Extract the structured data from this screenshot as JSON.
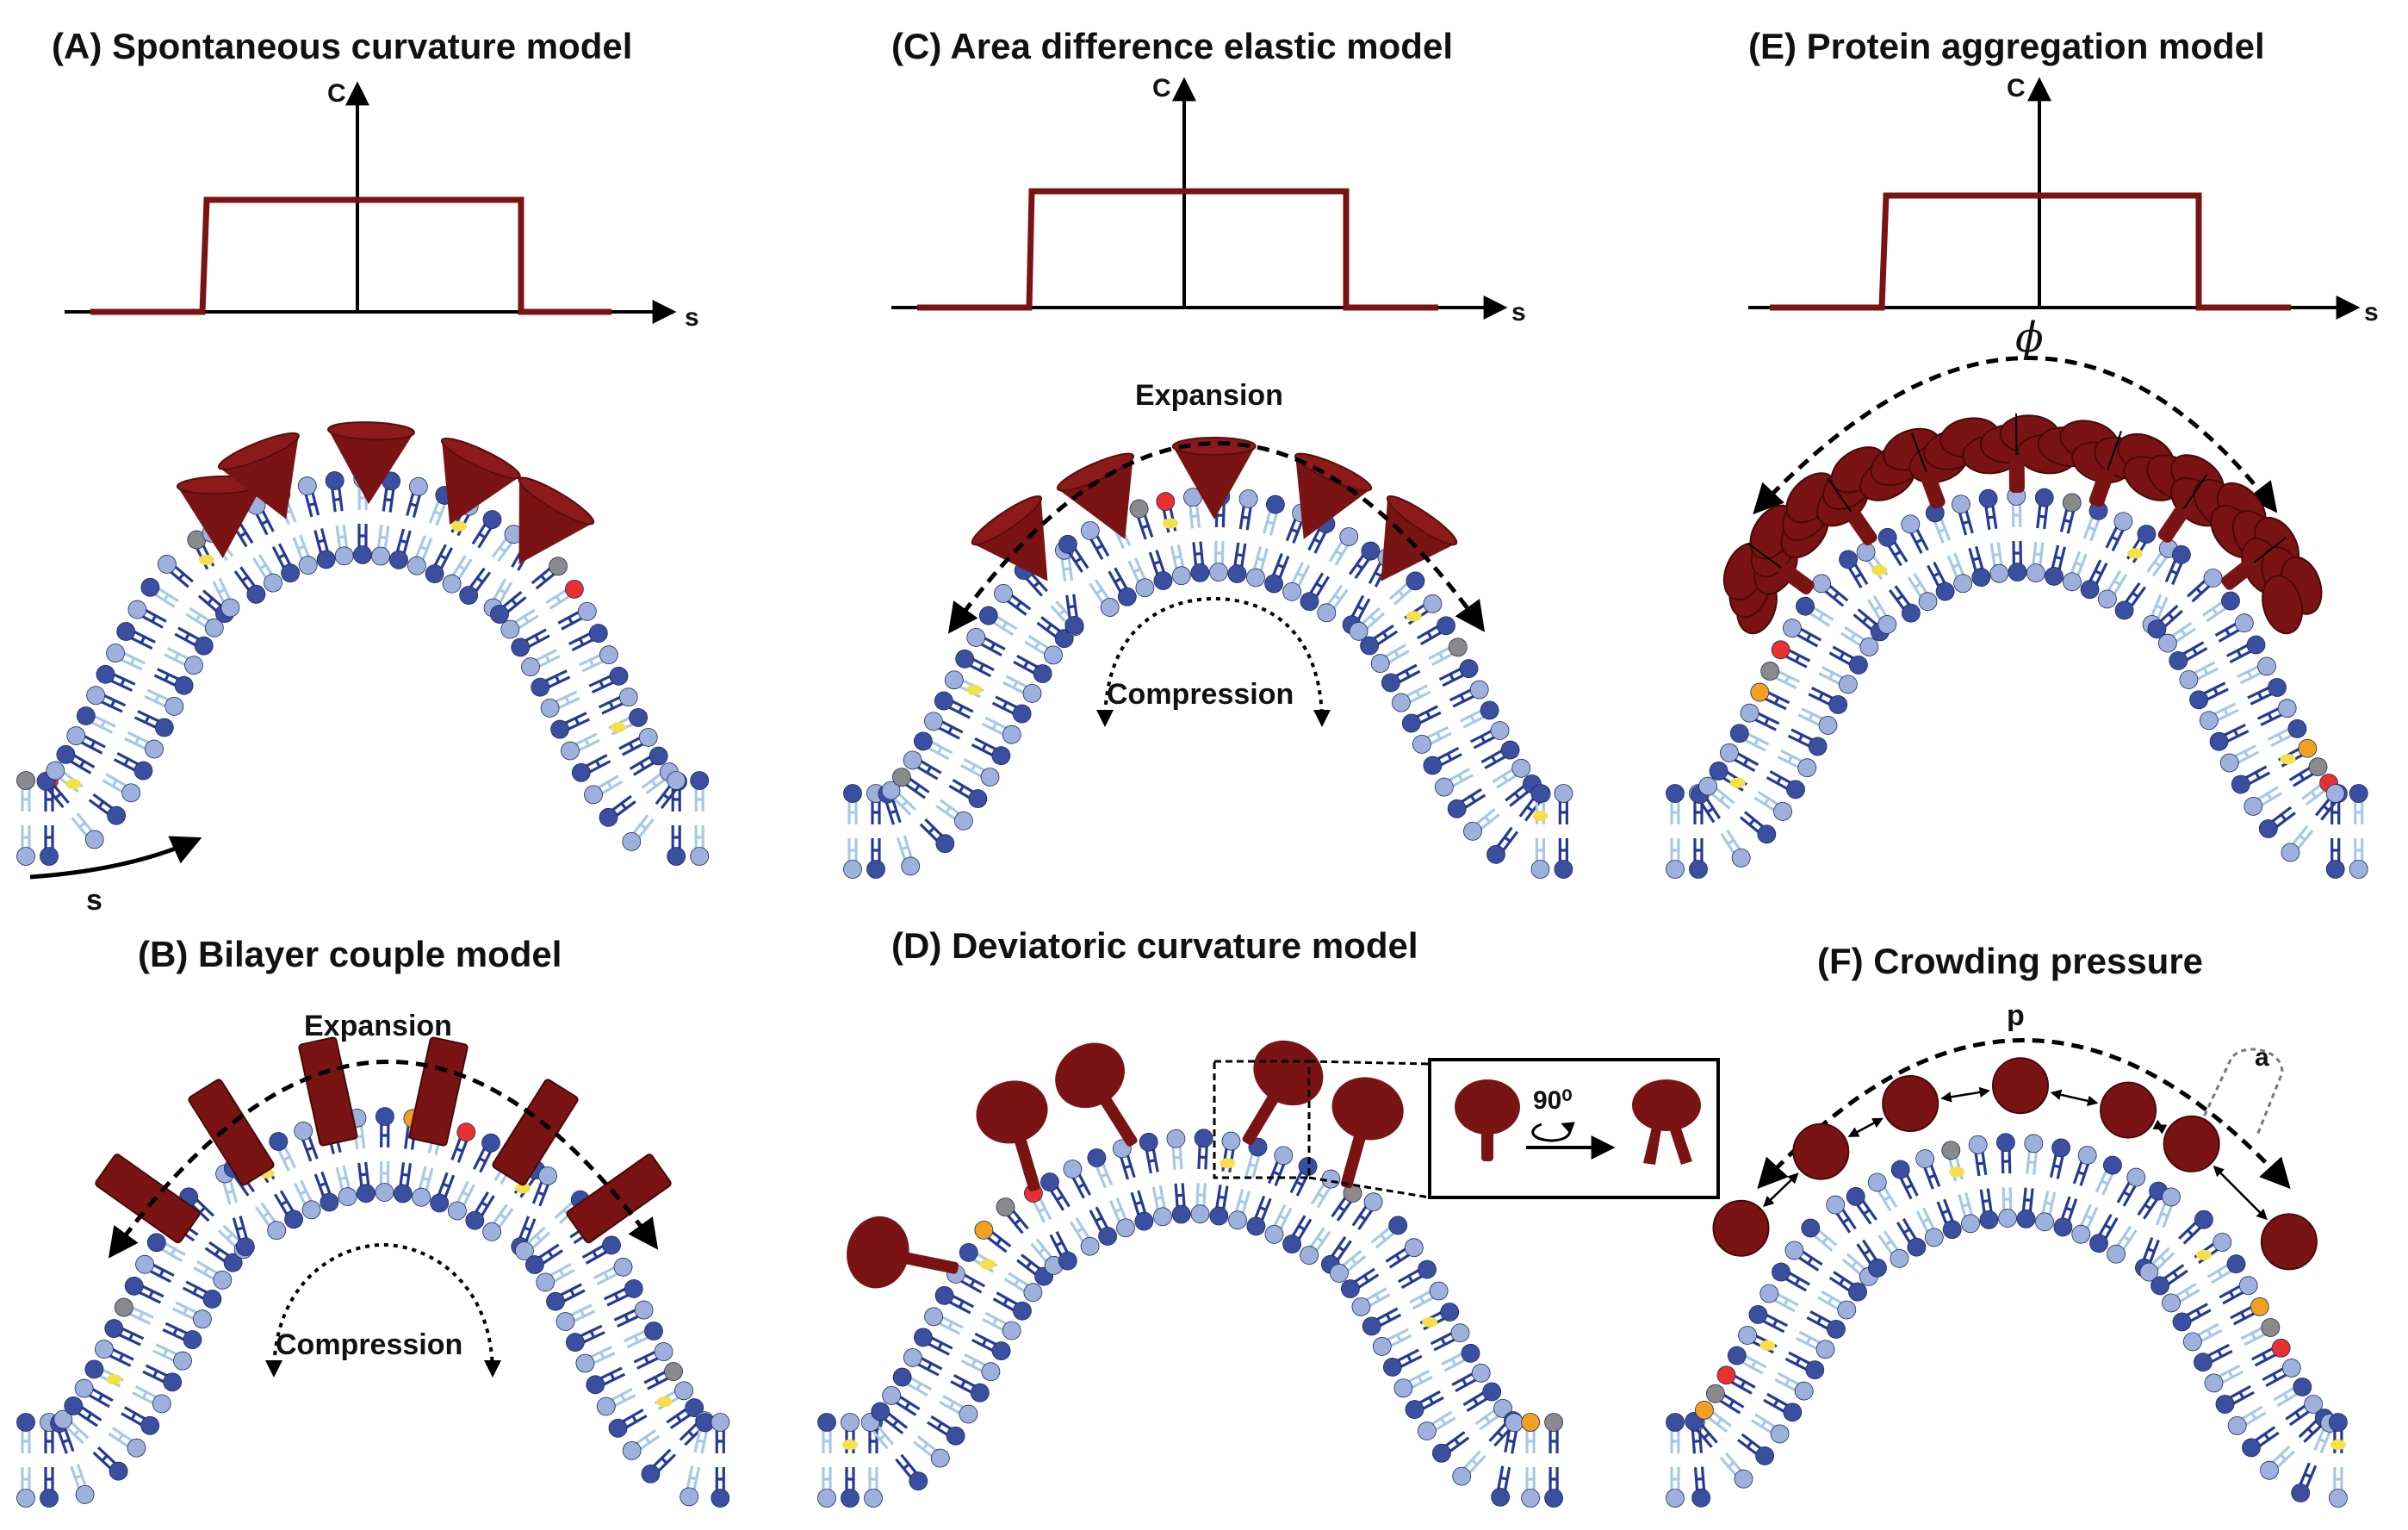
{
  "panels": [
    {
      "id": "A",
      "title": "(A) Spontaneous curvature model",
      "profile": true,
      "profile_y_label": "C",
      "profile_x_label": "s",
      "inclusion": "cones",
      "arc_label": "",
      "inner_label": "",
      "bottom_arrow_label": "s"
    },
    {
      "id": "B",
      "title": "(B) Bilayer couple model",
      "profile": false,
      "inclusion": "rods",
      "arc_label": "Expansion",
      "inner_label": "Compression"
    },
    {
      "id": "C",
      "title": "(C) Area difference elastic model",
      "profile": true,
      "profile_y_label": "C",
      "profile_x_label": "s",
      "inclusion": "cones",
      "arc_label": "Expansion",
      "inner_label": "Compression"
    },
    {
      "id": "D",
      "title": "(D) Deviatoric curvature model",
      "profile": false,
      "inclusion": "mushrooms",
      "inset_label": "90⁰"
    },
    {
      "id": "E",
      "title": "(E) Protein aggregation model",
      "profile": true,
      "profile_y_label": "C",
      "profile_x_label": "s",
      "inclusion": "aggregate",
      "arc_label": "ϕ"
    },
    {
      "id": "F",
      "title": "(F) Crowding pressure",
      "profile": false,
      "inclusion": "spheres",
      "arc_label": "p",
      "side_label": "a"
    }
  ],
  "colors": {
    "protein": "#7a1414",
    "lipid_blue": "#3a4fa0",
    "lipid_light": "#9eb0dc",
    "tail": "#253a96",
    "tail_light": "#a7c9e8",
    "orange": "#f2a020",
    "grey": "#8a8a8a",
    "red": "#e83030",
    "cholesterol": "#f5e04a",
    "profile_line": "#7a1414"
  }
}
